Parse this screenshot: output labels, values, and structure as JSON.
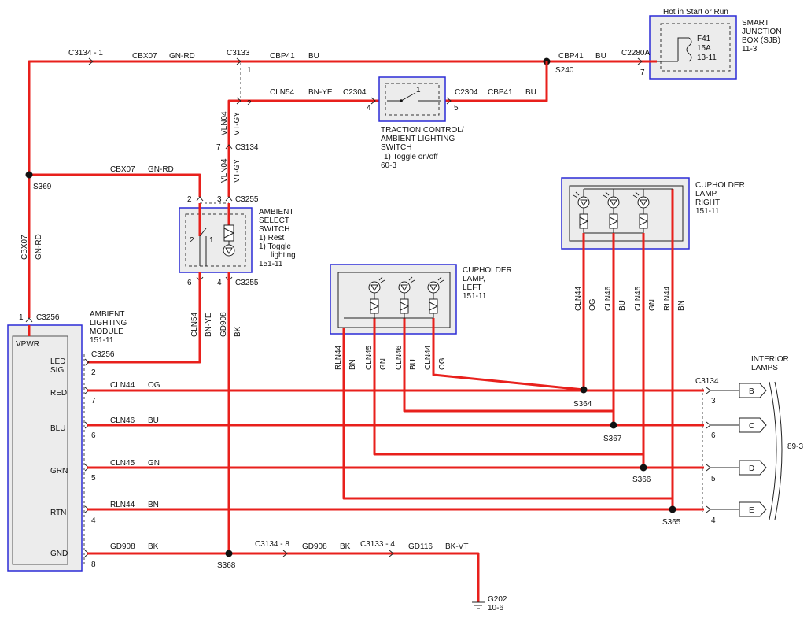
{
  "sjb": {
    "hot_label": "Hot in Start or Run",
    "fuse_name": "F41",
    "fuse_rating": "15A",
    "fuse_ref": "13-11",
    "title_lines": [
      "SMART",
      "JUNCTION",
      "BOX (SJB)",
      "11-3"
    ],
    "pin": "7"
  },
  "top_wire": {
    "c3134_label": "C3134 - 1",
    "cbx07": "CBX07",
    "gn_rd": "GN-RD",
    "c3133": "C3133",
    "c3133_pin": "1",
    "cbp41": "CBP41",
    "bu": "BU",
    "cbp41_b": "CBP41",
    "bu_b": "BU",
    "c2280a": "C2280A",
    "s240": "S240"
  },
  "traction": {
    "cln54": "CLN54",
    "bn_ye": "BN-YE",
    "pin2": "2",
    "c2304_in": "C2304",
    "pin4": "4",
    "pin1": "1",
    "c2304_out": "C2304",
    "pin5": "5",
    "cbp41": "CBP41",
    "bu": "BU",
    "title_lines": [
      "TRACTION CONTROL/",
      "AMBIENT LIGHTING",
      "SWITCH"
    ],
    "note": "1) Toggle on/off",
    "ref": "60-3"
  },
  "vln": {
    "vln04_a": "VLN04",
    "vt_gy_a": "VT-GY",
    "c3134_pin": "7",
    "c3134": "C3134",
    "vln04_b": "VLN04",
    "vt_gy_b": "VT-GY"
  },
  "s369": {
    "label": "S369",
    "cbx07": "CBX07",
    "gn_rd": "GN-RD",
    "v_cbx07": "CBX07",
    "v_gn_rd": "GN-RD"
  },
  "ambient_switch": {
    "pin2": "2",
    "pin3": "3",
    "c3255_top": "C3255",
    "title_lines": [
      "AMBIENT",
      "SELECT",
      "SWITCH"
    ],
    "note_lines": [
      "1) Rest",
      "1) Toggle",
      "lighting",
      "151-11"
    ],
    "sw_pin2": "2",
    "sw_pin1": "1",
    "pin6": "6",
    "pin4": "4",
    "c3255_bottom": "C3255",
    "cln54": "CLN54",
    "bn_ye": "BN-YE",
    "gd908": "GD908",
    "bk": "BK"
  },
  "module": {
    "pin1": "1",
    "c3256_top": "C3256",
    "title_lines": [
      "AMBIENT",
      "LIGHTING",
      "MODULE",
      "151-11"
    ],
    "vpwr": "VPWR",
    "led_sig": [
      "LED",
      "SIG"
    ],
    "c3256_side": "C3256",
    "outputs": [
      {
        "label": "RED",
        "pin": "7",
        "circuit": "CLN44",
        "color": "OG"
      },
      {
        "label": "BLU",
        "pin": "6",
        "circuit": "CLN46",
        "color": "BU"
      },
      {
        "label": "GRN",
        "pin": "5",
        "circuit": "CLN45",
        "color": "GN"
      },
      {
        "label": "RTN",
        "pin": "4",
        "circuit": "RLN44",
        "color": "BN"
      },
      {
        "label": "GND",
        "pin": "8",
        "circuit": "GD908",
        "color": "BK"
      }
    ],
    "led_pin": "2"
  },
  "cup_left": {
    "title_lines": [
      "CUPHOLDER",
      "LAMP,",
      "LEFT",
      "151-11"
    ],
    "wires": [
      {
        "circuit": "RLN44",
        "color": "BN"
      },
      {
        "circuit": "CLN45",
        "color": "GN"
      },
      {
        "circuit": "CLN46",
        "color": "BU"
      },
      {
        "circuit": "CLN44",
        "color": "OG"
      }
    ]
  },
  "cup_right": {
    "title_lines": [
      "CUPHOLDER",
      "LAMP,",
      "RIGHT",
      "151-11"
    ],
    "wires": [
      {
        "circuit": "CLN44",
        "color": "OG"
      },
      {
        "circuit": "CLN46",
        "color": "BU"
      },
      {
        "circuit": "CLN45",
        "color": "GN"
      },
      {
        "circuit": "RLN44",
        "color": "BN"
      }
    ]
  },
  "splices": [
    "S364",
    "S367",
    "S366",
    "S365",
    "S368"
  ],
  "interior": {
    "c3134": "C3134",
    "title_lines": [
      "INTERIOR",
      "LAMPS"
    ],
    "ref": "89-3",
    "outputs": [
      {
        "pin": "3",
        "letter": "B"
      },
      {
        "pin": "6",
        "letter": "C"
      },
      {
        "pin": "5",
        "letter": "D"
      },
      {
        "pin": "4",
        "letter": "E"
      }
    ]
  },
  "ground": {
    "c3134_8": "C3134 - 8",
    "gd908": "GD908",
    "bk": "BK",
    "c3133_4": "C3133 - 4",
    "gd116": "GD116",
    "bk_vt": "BK-VT",
    "g202": "G202",
    "ref": "10-6"
  },
  "colors": {
    "wire": "#e8201c",
    "box_border": "#2b2bd6",
    "box_fill": "#ececec"
  }
}
